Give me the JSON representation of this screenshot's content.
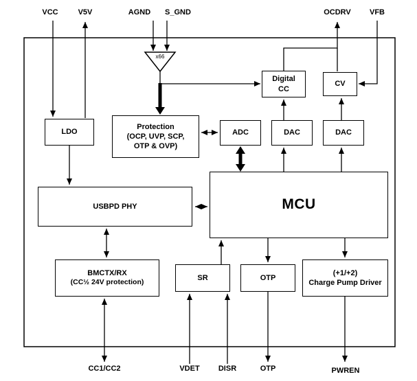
{
  "pins": {
    "vcc": "VCC",
    "v5v": "V5V",
    "agnd": "AGND",
    "sgnd": "S_GND",
    "ocdrv": "OCDRV",
    "vfb": "VFB",
    "cc": "CC1/CC2",
    "vdet": "VDET",
    "disr": "DISR",
    "otp": "OTP",
    "pwren": "PWREN"
  },
  "blocks": {
    "ldo": "LDO",
    "protection": [
      "Protection",
      "(OCP, UVP, SCP,",
      "OTP & OVP)"
    ],
    "adc": "ADC",
    "dac1": "DAC",
    "dac2": "DAC",
    "digital_cc": [
      "Digital",
      "CC"
    ],
    "cv": "CV",
    "usbpd_phy": "USBPD PHY",
    "mcu": "MCU",
    "bmctx": [
      "BMCTX/RX",
      "(CC½ 24V protection)"
    ],
    "sr": "SR",
    "otp": "OTP",
    "charge_pump": [
      "(+1/+2)",
      "Charge Pump Driver"
    ],
    "amp_gain": "x66"
  },
  "colors": {
    "line": "#000000",
    "background": "#ffffff",
    "block_fill": "#ffffff",
    "block_border": "#000000"
  }
}
